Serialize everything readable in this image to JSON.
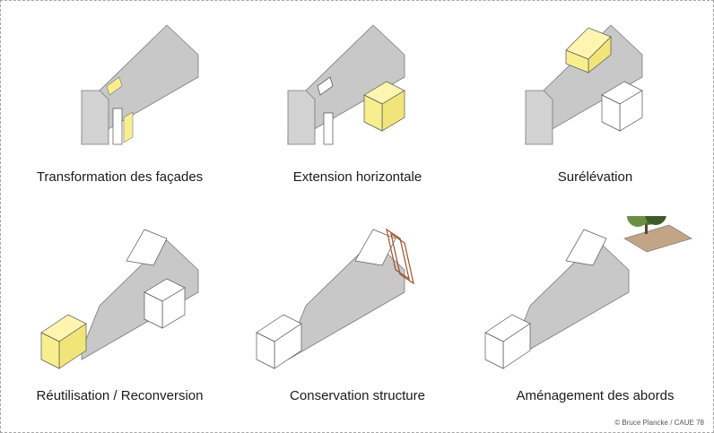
{
  "palette": {
    "gray": "#c8c8c8",
    "edge": "#7a7a7a",
    "yellow": "#f7ef8e",
    "structure": "#a0522d",
    "terrain": "#c2a587",
    "tree": "#4f6e35"
  },
  "panels": [
    {
      "label": "Transformation des façades",
      "icon": "facade-transformation-icon"
    },
    {
      "label": "Extension horizontale",
      "icon": "horizontal-extension-icon"
    },
    {
      "label": "Surélévation",
      "icon": "raised-storey-icon"
    },
    {
      "label": "Réutilisation / Reconversion",
      "icon": "reuse-conversion-icon"
    },
    {
      "label": "Conservation structure",
      "icon": "structure-conservation-icon"
    },
    {
      "label": "Aménagement des abords",
      "icon": "surroundings-landscaping-icon"
    }
  ],
  "credit": "© Bruce Plancke / CAUE 78"
}
